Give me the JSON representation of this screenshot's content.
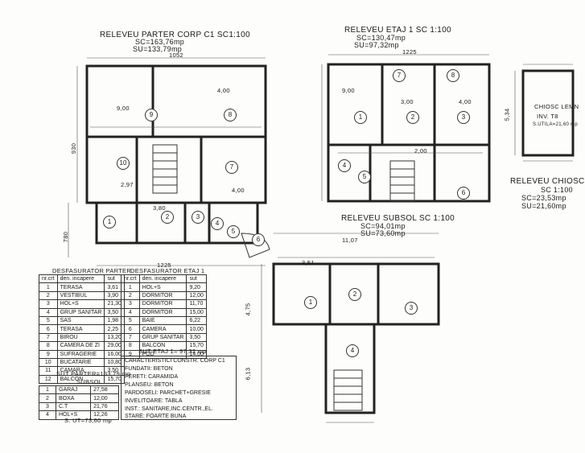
{
  "parter": {
    "title": "RELEVEU PARTER CORP C1 SC1:100",
    "sc": "SC=163,76mp",
    "su": "SU=133,79mp",
    "top_dim": "1052",
    "left_dim": "930",
    "left_dim2": "780",
    "bottom_dim": "1225",
    "dims": [
      "9,00",
      "4,00",
      "2,97",
      "3,80",
      "4,00"
    ],
    "rooms": [
      "8",
      "9",
      "10",
      "7",
      "1",
      "2",
      "3",
      "4",
      "5",
      "6"
    ]
  },
  "etaj": {
    "title": "RELEVEU ETAJ 1 SC 1:100",
    "sc": "SC=130,47mp",
    "su": "SU=97,32mp",
    "top_dim": "1225",
    "dims": [
      "9,00",
      "3,00",
      "4,00",
      "2,00"
    ],
    "rooms": [
      "1",
      "2",
      "3",
      "4",
      "5",
      "6",
      "7",
      "8"
    ]
  },
  "chiosc": {
    "title": "RELEVEU CHIOSC LEMN",
    "scale": "SC 1:100",
    "sc": "SC=23,53mp",
    "su": "SU=21,60mp",
    "inner_lines": [
      "CHIOSC LEMN",
      "INV. T8",
      "S.UTILA=21,60 mp"
    ],
    "dim": "5,34"
  },
  "subsol": {
    "title": "RELEVEU SUBSOL SC 1:100",
    "sc": "SC=94,01mp",
    "su": "SU=73,60mp",
    "dims": [
      "11,07",
      "3,51",
      "4,75",
      "6,13"
    ],
    "rooms": [
      "1",
      "2",
      "3",
      "4"
    ]
  },
  "tabel_parter": {
    "header": "DESFASURATOR PARTER",
    "col1": "nr.crt",
    "col2": "den. incapere",
    "col3": "sut",
    "rows": [
      [
        "1",
        "TERASA",
        "3,61"
      ],
      [
        "2",
        "VESTIBUL",
        "3,90"
      ],
      [
        "3",
        "HOL+S",
        "21,30"
      ],
      [
        "4",
        "GRUP SANITAR",
        "3,50"
      ],
      [
        "5",
        "SAS",
        "1,98"
      ],
      [
        "6",
        "TERASA",
        "2,25"
      ],
      [
        "7",
        "BIROU",
        "13,20"
      ],
      [
        "8",
        "CAMERA DE ZI",
        "29,00"
      ],
      [
        "9",
        "SUFRAGERIE",
        "16,00"
      ],
      [
        "10",
        "BUCATARIE",
        "10,80"
      ],
      [
        "11",
        "CAMARA",
        "3,50"
      ],
      [
        "12",
        "BALCON",
        "15,70"
      ]
    ],
    "total": "SUT PARTER=133,79 mp"
  },
  "tabel_etaj": {
    "header": "DESFASURATOR ETAJ 1",
    "col1": "nr.crt",
    "col2": "den. incapere",
    "col3": "sut",
    "rows": [
      [
        "1",
        "HOL+S",
        "9,20"
      ],
      [
        "2",
        "DORMITOR",
        "12,00"
      ],
      [
        "3",
        "DORMITOR",
        "11,70"
      ],
      [
        "4",
        "DORMITOR",
        "15,00"
      ],
      [
        "5",
        "BAIE",
        "6,22"
      ],
      [
        "6",
        "CAMERA",
        "10,00"
      ],
      [
        "7",
        "GRUP SANITAR",
        "3,50"
      ],
      [
        "8",
        "BALCON",
        "15,70"
      ],
      [
        "9",
        "POD",
        "14,00"
      ]
    ],
    "total": "SUT ETAJ 1= 97,32 mp"
  },
  "tabel_subsol": {
    "header": "SUBSOL",
    "rows": [
      [
        "1",
        "GARAJ",
        "27,58"
      ],
      [
        "2",
        "BOXA",
        "12,00"
      ],
      [
        "3",
        "C.T",
        "21,76"
      ],
      [
        "4",
        "HOL+S",
        "12,26"
      ]
    ],
    "total": "S. UT=73,60 mp"
  },
  "caracteristici": {
    "header": "CARACTERISTICI CONSTR. CORP C1",
    "lines": [
      "FUNDATII: BETON",
      "PERETI: CARAMIDA",
      "PLANSEU: BETON",
      "PARDOSELI: PARCHET+GRESIE",
      "INVELITOARE: TABLA",
      "INST.: SANITARE,INC.CENTR.,EL.",
      "STARE: FOARTE BUNA"
    ]
  }
}
